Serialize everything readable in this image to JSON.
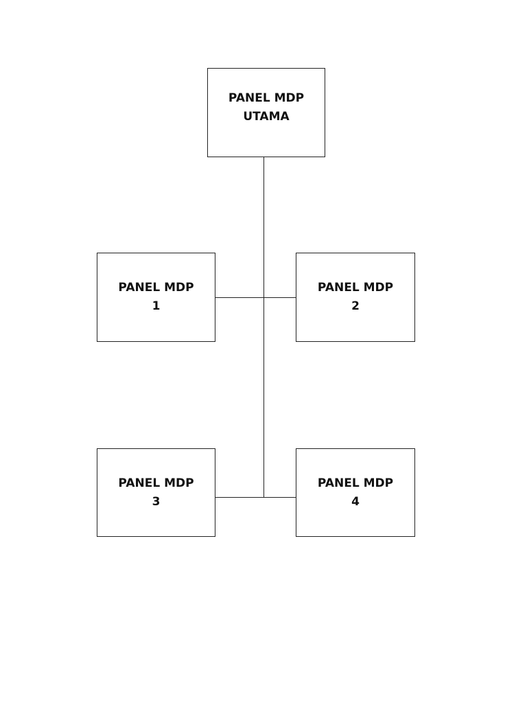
{
  "nodes": {
    "main": {
      "line1": "PANEL MDP",
      "line2": "UTAMA"
    },
    "panel1": {
      "line1": "PANEL MDP",
      "line2": "1"
    },
    "panel2": {
      "line1": "PANEL MDP",
      "line2": "2"
    },
    "panel3": {
      "line1": "PANEL MDP",
      "line2": "3"
    },
    "panel4": {
      "line1": "PANEL MDP",
      "line2": "4"
    }
  },
  "edges": [
    {
      "from": "main",
      "to": "panel1"
    },
    {
      "from": "main",
      "to": "panel2"
    },
    {
      "from": "main",
      "to": "panel3"
    },
    {
      "from": "main",
      "to": "panel4"
    }
  ],
  "colors": {
    "line": "#222222",
    "text": "#111111",
    "background": "#ffffff"
  }
}
